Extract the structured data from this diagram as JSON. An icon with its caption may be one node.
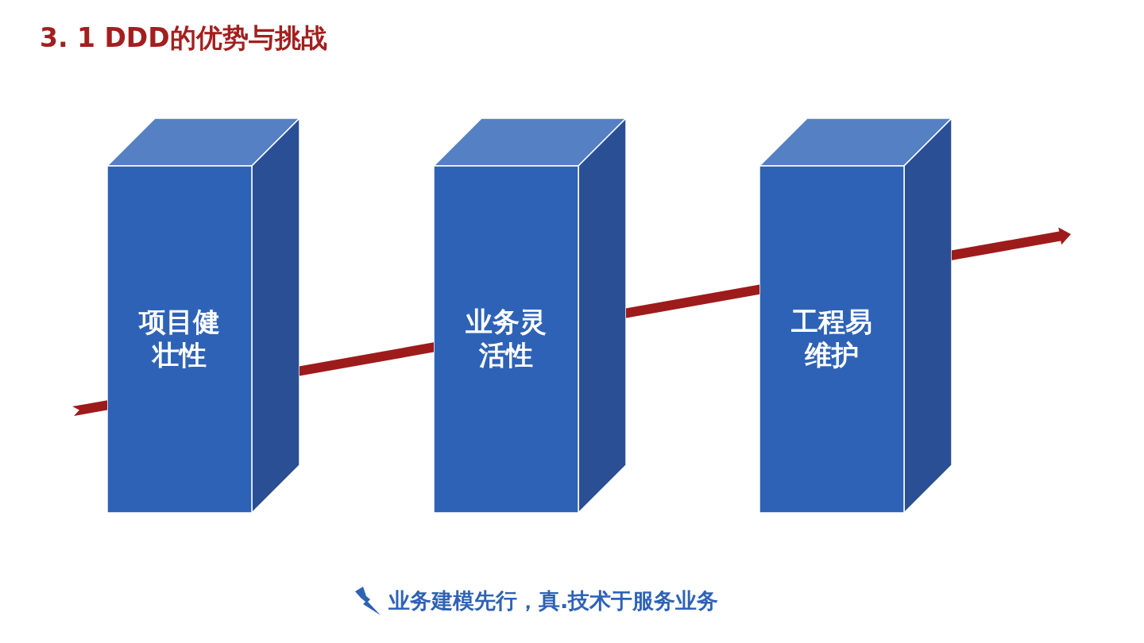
{
  "diagram": {
    "title": "3. 1 DDD的优势与挑战",
    "nodes": [
      {
        "text": [
          "项目健壮性"
        ]
      },
      {
        "text": [
          "业务灵活性"
        ]
      },
      {
        "text": [
          "工程易维护"
        ]
      }
    ],
    "labels": [
      "业务建模先行，真.技术于服务业务"
    ]
  }
}
